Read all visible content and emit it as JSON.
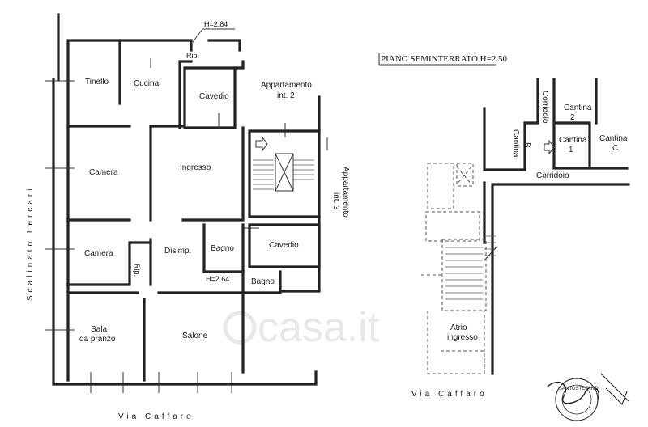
{
  "ground_floor": {
    "height_top": "H=2.64",
    "height_mid": "H=2.64",
    "rooms": {
      "rip_top": "Rip.",
      "tinello": "Tinello",
      "cucina": "Cucina",
      "cavedio_top": "Cavedio",
      "camera_1": "Camera",
      "ingresso": "Ingresso",
      "camera_2": "Camera",
      "disimp": "Disimp.",
      "bagno_1": "Bagno",
      "cavedio_mid": "Cavedio",
      "rip_side": "Rip.",
      "bagno_2": "Bagno",
      "sala_line1": "Sala",
      "sala_line2": "da pranzo",
      "salone": "Salone"
    },
    "neighbours": {
      "app2_line1": "Appartamento",
      "app2_line2": "int. 2",
      "app3_line1": "Appartamento",
      "app3_line2": "int. 3"
    },
    "side_street": "Scalinato Lercari",
    "street": "Via Caffaro"
  },
  "basement": {
    "title": "PIANO SEMINTERRATO H=2.50",
    "rooms": {
      "cantina2_line1": "Cantina",
      "cantina2_line2": "2",
      "corridoio_v": "Corridoio",
      "cantinaB_line1": "Cantina",
      "cantinaB_line2": "B",
      "cantina1_line1": "Cantina",
      "cantina1_line2": "1",
      "cantinaC_line1": "Cantina",
      "cantinaC_line2": "C",
      "corridoio_h": "Corridoio",
      "atrio_line1": "Atrio",
      "atrio_line2": "ingresso"
    },
    "street": "Via Caffaro"
  },
  "watermark": "casa.it",
  "stamp_text": "SANTOSTEFANO"
}
